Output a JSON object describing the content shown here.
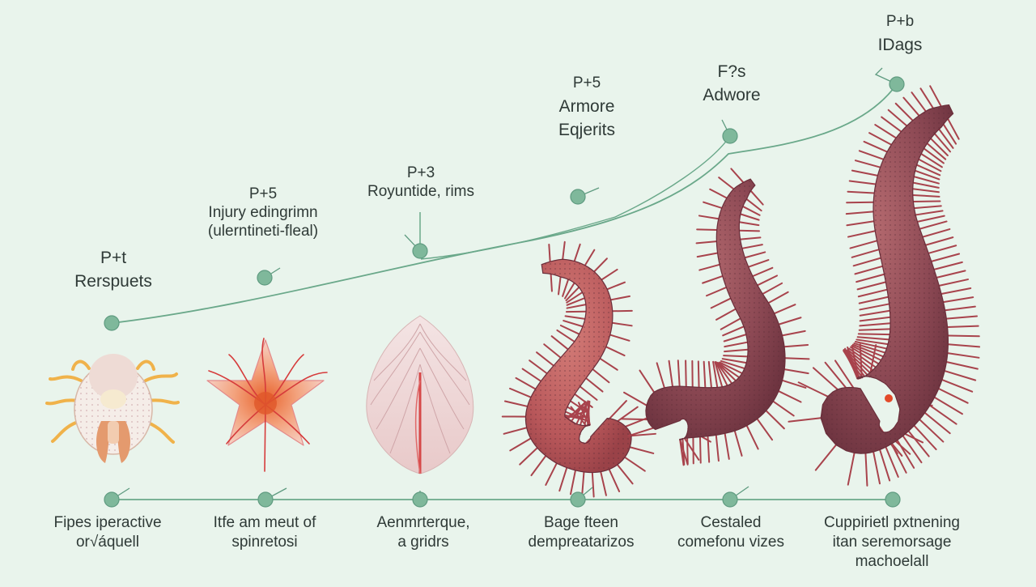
{
  "colors": {
    "background": "#e9f4ec",
    "connector": "#6aa88a",
    "node": "#7fb89b",
    "text": "#2f3a37"
  },
  "stages": [
    {
      "top_label": [
        "P+t",
        "Rerspuets"
      ],
      "bottom_label": [
        "Fipes iperactive",
        "or√áquell"
      ],
      "organism": "tentacled-blob"
    },
    {
      "top_label": [
        "P+5",
        "Injury edingrimn",
        "(ulerntineti-fleal)"
      ],
      "bottom_label": [
        "Itfe am meut of",
        "spinretosi"
      ],
      "organism": "star-flower"
    },
    {
      "top_label": [
        "P+3",
        "Royuntide, rims"
      ],
      "bottom_label": [
        "Aenmrterque,",
        "a gridrs"
      ],
      "organism": "feathery-leaf"
    },
    {
      "top_label": [
        "P+5",
        "Armore",
        "Eqjerits"
      ],
      "bottom_label": [
        "Bage fteen",
        "dempreatarizos"
      ],
      "organism": "small-bristle-worm"
    },
    {
      "top_label": [
        "F?s",
        "Adwore"
      ],
      "bottom_label": [
        "Cestaled",
        "comefonu vizes"
      ],
      "organism": "medium-bristle-worm"
    },
    {
      "top_label": [
        "P+b",
        "IDags"
      ],
      "bottom_label": [
        "Cuppirietl pxtnening",
        "itan seremorsage",
        "machoelall"
      ],
      "organism": "large-bristle-worm"
    }
  ]
}
